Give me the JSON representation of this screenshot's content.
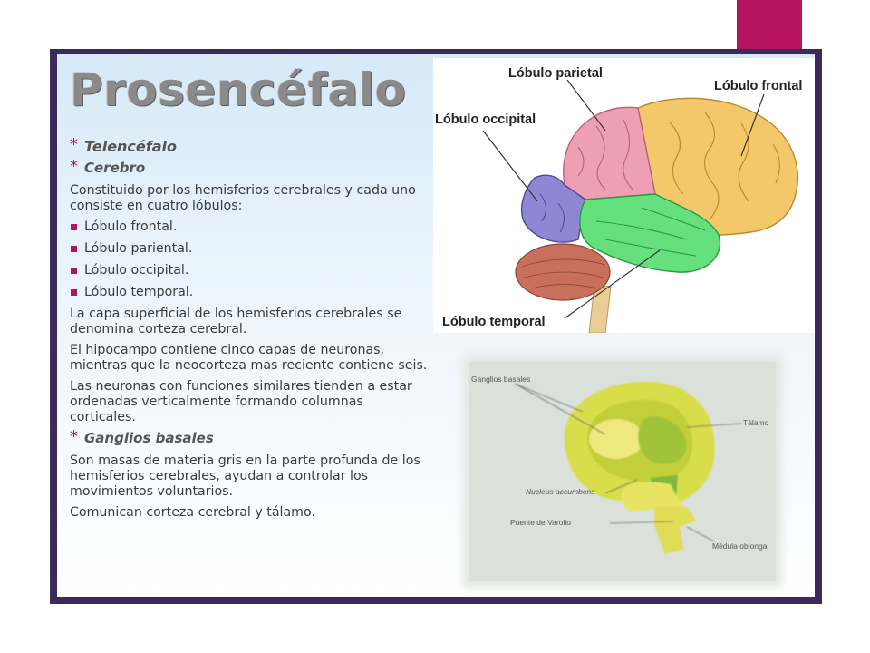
{
  "slide": {
    "title": "Prosencéfalo",
    "heading_telencefalo": "Telencéfalo",
    "heading_cerebro": "Cerebro",
    "intro": "Constituido por los hemisferios cerebrales y cada uno consiste en cuatro lóbulos:",
    "lobes": [
      "Lóbulo frontal.",
      "Lóbulo pariental.",
      "Lóbulo occipital.",
      "Lóbulo temporal."
    ],
    "para_corteza": "La capa superficial de los hemisferios cerebrales se denomina corteza cerebral.",
    "para_hipocampo": "El hipocampo contiene cinco capas de neuronas, mientras que la neocorteza mas reciente contiene seis.",
    "para_neuronas": "Las neuronas con funciones similares tienden a estar ordenadas verticalmente formando columnas corticales.",
    "heading_ganglios": "Ganglios basales",
    "para_ganglios": "Son masas de materia gris en la parte profunda de los hemisferios cerebrales, ayudan a controlar los movimientos voluntarios.",
    "para_comunican": "Comunican corteza cerebral y tálamo."
  },
  "brain_labels": {
    "parietal": "Lóbulo parietal",
    "frontal": "Lóbulo frontal",
    "occipital": "Lóbulo occipital",
    "temporal": "Lóbulo temporal"
  },
  "basal_labels": {
    "ganglios": "Ganglios basales",
    "talamo": "Tálamo",
    "nucleus": "Nucleus accumbens",
    "puente": "Puente de Varolio",
    "medula": "Médula oblonga"
  },
  "colors": {
    "accent": "#b4135f",
    "frame": "#3b2a5a",
    "frontal": "#f3c86a",
    "parietal": "#ef9fb3",
    "occipital": "#8f87d6",
    "temporal": "#66e07c",
    "cerebellum": "#c8705c"
  }
}
